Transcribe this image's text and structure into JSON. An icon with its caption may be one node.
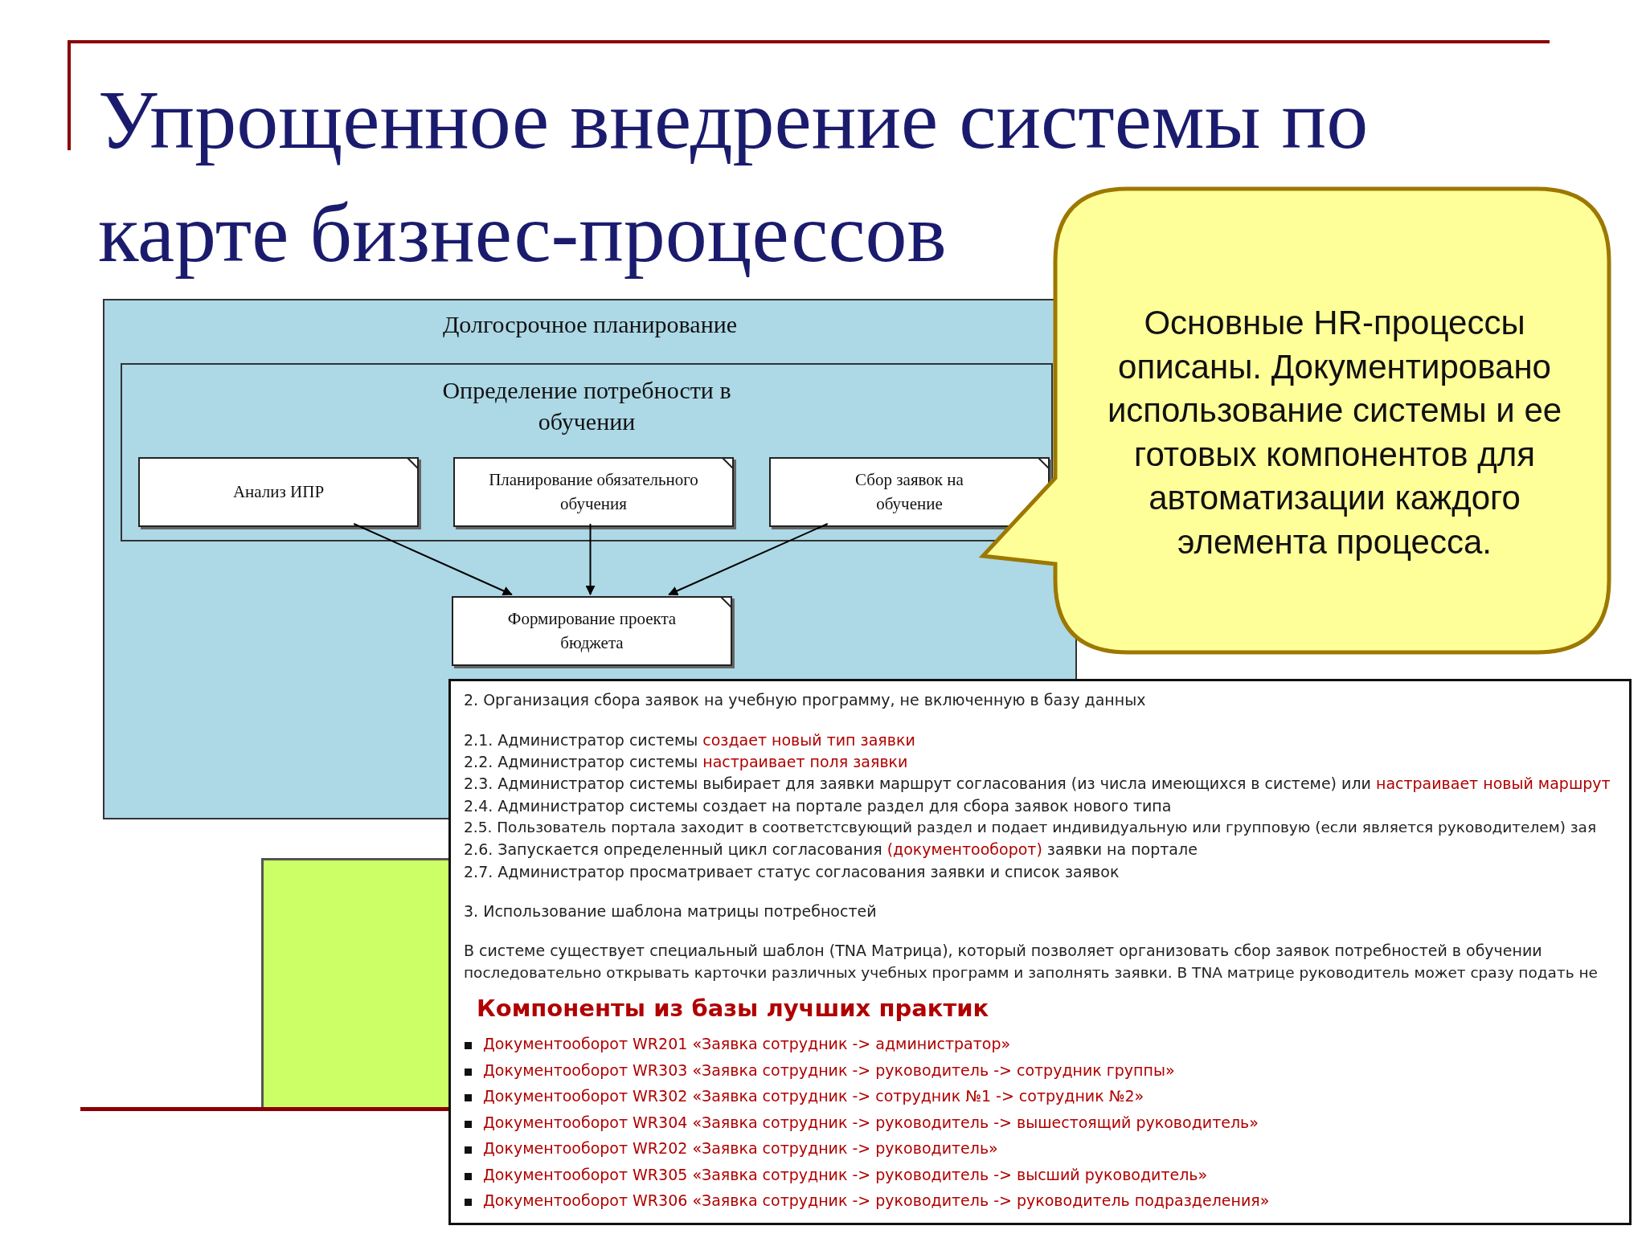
{
  "diagram": {
    "title": "Упрощенное внедрение системы по карте бизнес-процессов",
    "nodes": [
      {
        "text": [
          "Долгосрочное планирование"
        ]
      },
      {
        "text": [
          "Определение потребности в обучении"
        ],
        "in": 0
      },
      {
        "text": [
          "Анализ ИПР"
        ],
        "in": 1
      },
      {
        "text": [
          "Планирование обязательного обучения"
        ],
        "in": 1
      },
      {
        "text": [
          "Сбор заявок на обучение"
        ],
        "in": 1
      },
      {
        "text": [
          "Формирование проекта бюджета"
        ],
        "in": 0
      },
      {
        "text": [
          "Основные HR-процессы описаны. Документировано использование системы и ее готовых компонентов для автоматизации каждого элемента процесса."
        ]
      }
    ],
    "edges": [
      {
        "from": 2,
        "to": 5,
        "arrow": "to"
      },
      {
        "from": 3,
        "to": 5,
        "arrow": "to"
      },
      {
        "from": 4,
        "to": 5,
        "arrow": "to"
      }
    ],
    "labels": [
      "2. Организация сбора заявок на учебную программу, не включенную в базу данных",
      "2.1. Администратор системы",
      "создает новый тип заявки",
      "2.2. Администратор системы",
      "настраивает поля заявки",
      "2.3. Администратор системы выбирает для заявки маршрут согласования (из числа имеющихся в системе) или",
      "настраивает новый маршрут",
      "2.4. Администратор системы создает на портале раздел для сбора заявок нового типа",
      "2.5. Пользователь портала заходит в соответстсвующий раздел и подает индивидуальную или групповую (если является руководителем) зая",
      "2.6. Запускается определенный цикл согласования",
      "(документооборот)",
      "заявки на портале",
      "2.7. Администратор просматривает статус согласования заявки и список заявок",
      "3. Использование шаблона матрицы потребностей",
      "В системе существует специальный шаблон (TNA Матрица), который позволяет организовать сбор заявок потребностей в обучении",
      "последовательно открывать карточки различных учебных программ и заполнять заявки. В TNA матрице руководитель может сразу подать не",
      "Компоненты из базы лучших практик",
      "Документооборот WR201 «Заявка сотрудник -> администратор»",
      "Документооборот WR303 «Заявка сотрудник -> руководитель -> сотрудник группы»",
      "Документооборот WR302 «Заявка сотрудник -> сотрудник №1 -> сотрудник №2»",
      "Документооборот WR304 «Заявка сотрудник -> руководитель -> вышестоящий руководитель»",
      "Документооборот WR202 «Заявка сотрудник -> руководитель»",
      "Документооборот WR305 «Заявка сотрудник -> руководитель -> высший руководитель»",
      "Документооборот WR306 «Заявка сотрудник -> руководитель -> руководитель подразделения»"
    ]
  }
}
